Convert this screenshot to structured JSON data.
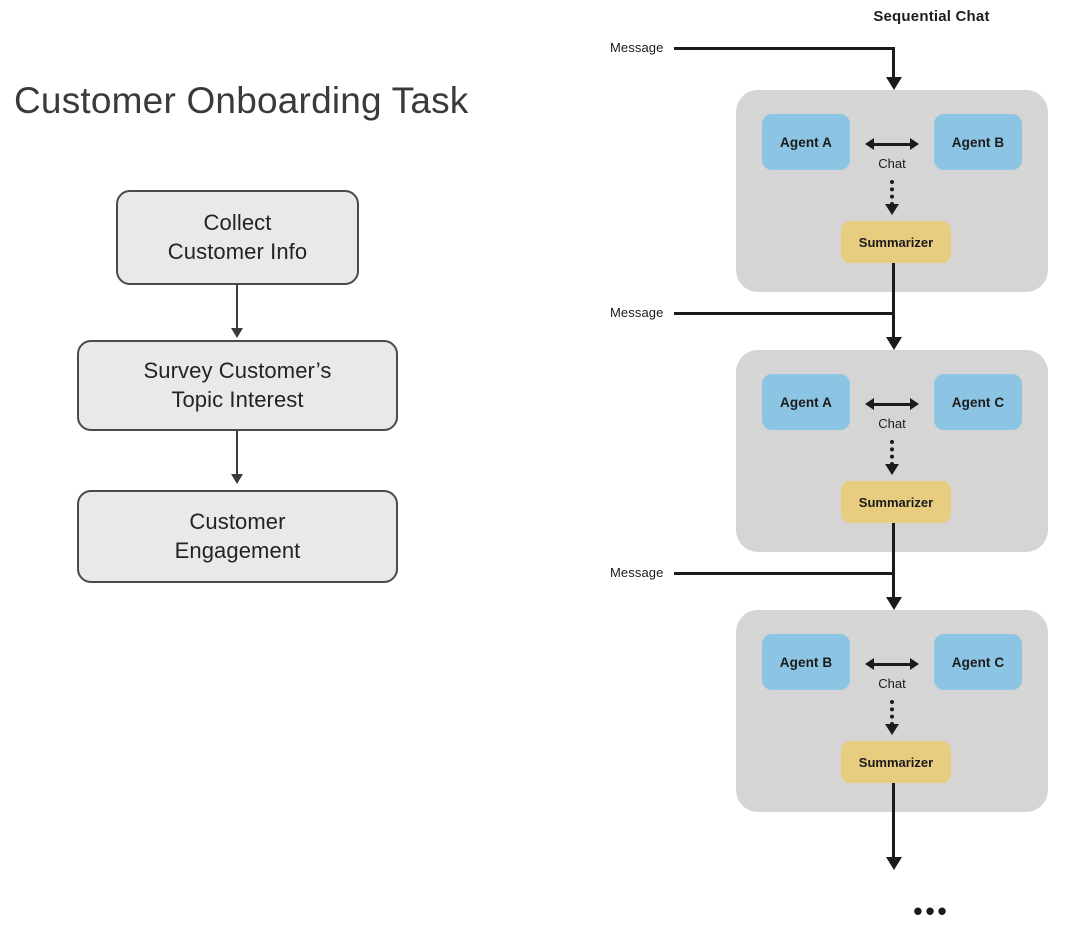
{
  "left_panel": {
    "title": "Customer Onboarding Task",
    "flow_steps": [
      {
        "line1": "Collect",
        "line2": "Customer Info"
      },
      {
        "line1": "Survey Customer’s",
        "line2": "Topic Interest"
      },
      {
        "line1": "Customer",
        "line2": "Engagement"
      }
    ]
  },
  "right_panel": {
    "title": "Sequential Chat",
    "message_label": "Message",
    "chat_label": "Chat",
    "summarizer_label": "Summarizer",
    "ellipsis": "•••",
    "groups": [
      {
        "agent_left": "Agent A",
        "agent_right": "Agent B",
        "chat": "Chat",
        "summarizer": "Summarizer"
      },
      {
        "agent_left": "Agent A",
        "agent_right": "Agent C",
        "chat": "Chat",
        "summarizer": "Summarizer"
      },
      {
        "agent_left": "Agent B",
        "agent_right": "Agent C",
        "chat": "Chat",
        "summarizer": "Summarizer"
      }
    ],
    "messages": [
      "Message",
      "Message",
      "Message"
    ]
  },
  "colors": {
    "agent_fill": "#8cc5e3",
    "summarizer_fill": "#e8cc7f",
    "group_fill": "#d5d5d5",
    "flow_box_fill": "#e9e9e9",
    "flow_box_stroke": "#4a4a4a",
    "connector": "#1b1b1b",
    "text": "#1b1b1b"
  }
}
